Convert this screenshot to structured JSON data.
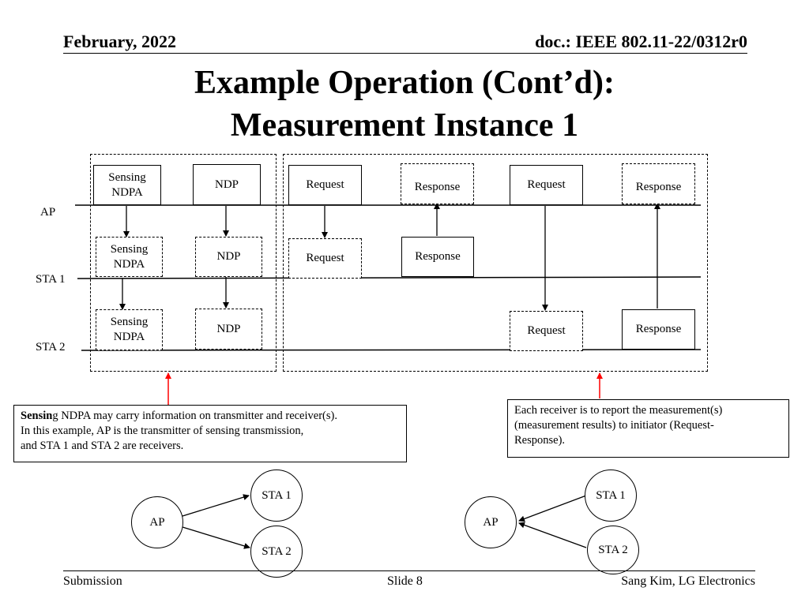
{
  "header": {
    "date": "February, 2022",
    "doc": "doc.: IEEE 802.11-22/0312r0"
  },
  "title": {
    "line1": "Example Operation (Cont’d):",
    "line2": "Measurement Instance 1"
  },
  "timeline_labels": {
    "ap": "AP",
    "sta1": "STA 1",
    "sta2": "STA 2"
  },
  "sounding": {
    "ap_ndpa": "Sensing NDPA",
    "ap_ndp": "NDP",
    "sta1_ndpa": "Sensing NDPA",
    "sta1_ndp": "NDP",
    "sta2_ndpa": "Sensing NDPA",
    "sta2_ndp": "NDP"
  },
  "reporting": {
    "ap_request_1": "Request",
    "ap_response_1": "Response",
    "ap_request_2": "Request",
    "ap_response_2": "Response",
    "sta1_request": "Request",
    "sta1_response": "Response",
    "sta2_request": "Request",
    "sta2_response": "Response"
  },
  "notes": {
    "left_bold": "Sensin",
    "left_rest_line1": "g NDPA may carry information on transmitter and receiver(s).",
    "left_line2": "In this example, AP is the transmitter of sensing transmission,",
    "left_line3": "and STA 1 and STA 2 are receivers.",
    "right_line1": "Each receiver is to report the measurement(s)",
    "right_line2": "(measurement results) to initiator (Request-",
    "right_line3": "Response)."
  },
  "graphs": {
    "left": {
      "ap": "AP",
      "sta1": "STA 1",
      "sta2": "STA 2"
    },
    "right": {
      "ap": "AP",
      "sta1": "STA 1",
      "sta2": "STA 2"
    }
  },
  "footer": {
    "left": "Submission",
    "center": "Slide 8",
    "right": "Sang Kim, LG Electronics"
  },
  "colors": {
    "arrow_highlight": "#ff0000",
    "line": "#000000"
  }
}
